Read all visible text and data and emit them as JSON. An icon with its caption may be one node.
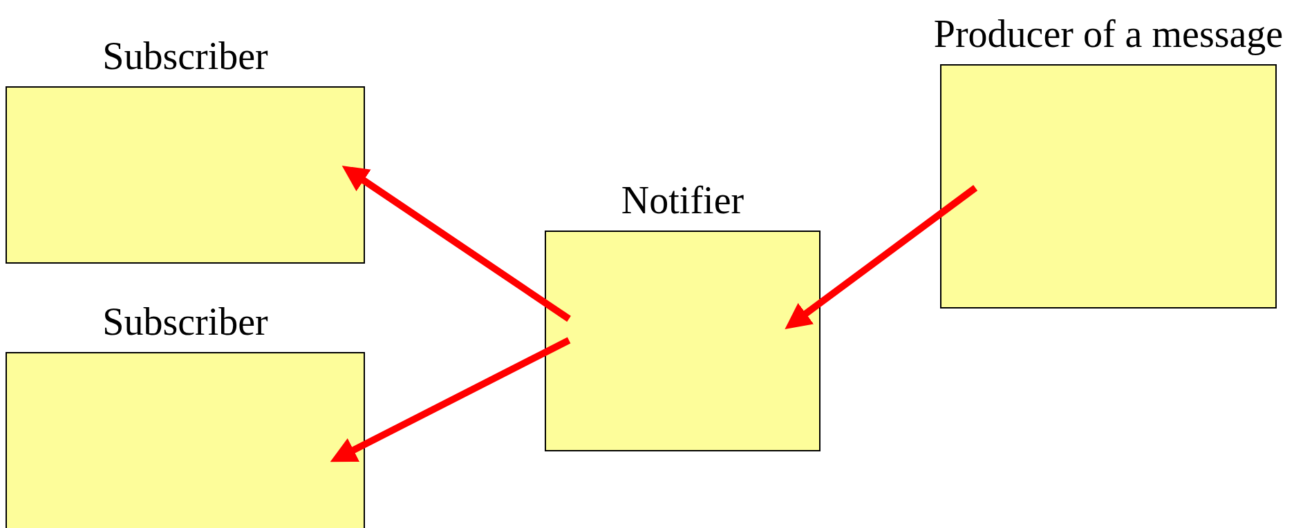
{
  "diagram": {
    "nodes": [
      {
        "text": [
          "Subscriber"
        ]
      },
      {
        "text": [
          "Subscriber"
        ]
      },
      {
        "text": [
          "Notifier"
        ]
      },
      {
        "text": [
          "Producer of a message"
        ]
      }
    ],
    "edges": [
      {
        "from": 3,
        "to": 2,
        "arrow": "to",
        "color": "#ff0000"
      },
      {
        "from": 2,
        "to": 0,
        "arrow": "to",
        "color": "#ff0000"
      },
      {
        "from": 2,
        "to": 1,
        "arrow": "to",
        "color": "#ff0000"
      }
    ]
  }
}
